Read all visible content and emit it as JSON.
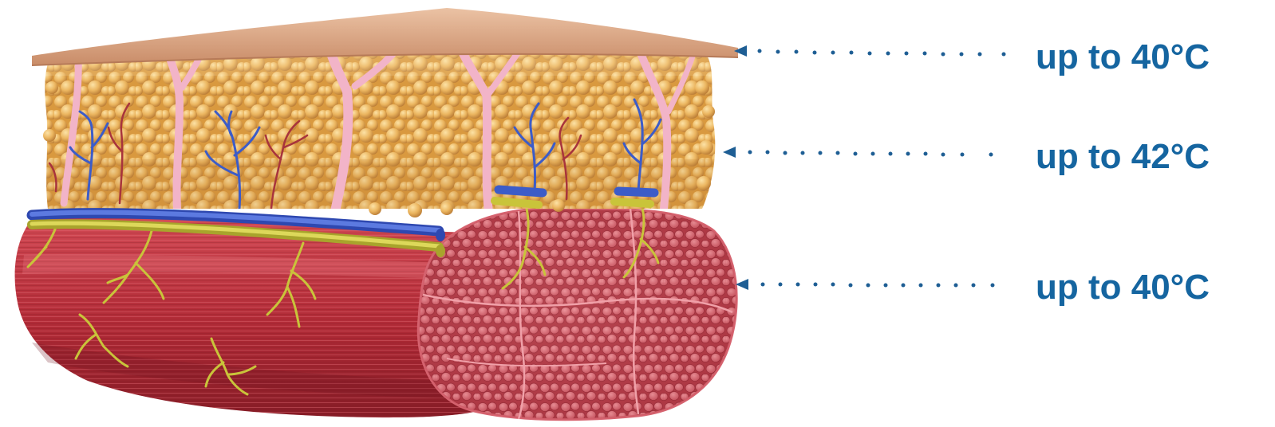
{
  "colors": {
    "label_text": "#1565A0",
    "arrow": "#1E5E94",
    "skin": "#DDA684",
    "fat": "#EBB55F",
    "fat_shadow": "#C8863A",
    "muscle": "#C2343F",
    "muscle_dark": "#8E1E28",
    "muscle_section": "#D3646C",
    "septa": "#F2B4C8",
    "vein": "#3C5CC8",
    "artery": "#A8343C",
    "nerve": "#C9C43A"
  },
  "layers": [
    {
      "id": "skin",
      "label": "up to 40°C"
    },
    {
      "id": "fat",
      "label": "up to 42°C"
    },
    {
      "id": "muscle",
      "label": "up to 40°C"
    }
  ],
  "icons": {
    "pointer": "dotted-arrow-icon",
    "illustration": "tissue-cross-section-illustration"
  }
}
